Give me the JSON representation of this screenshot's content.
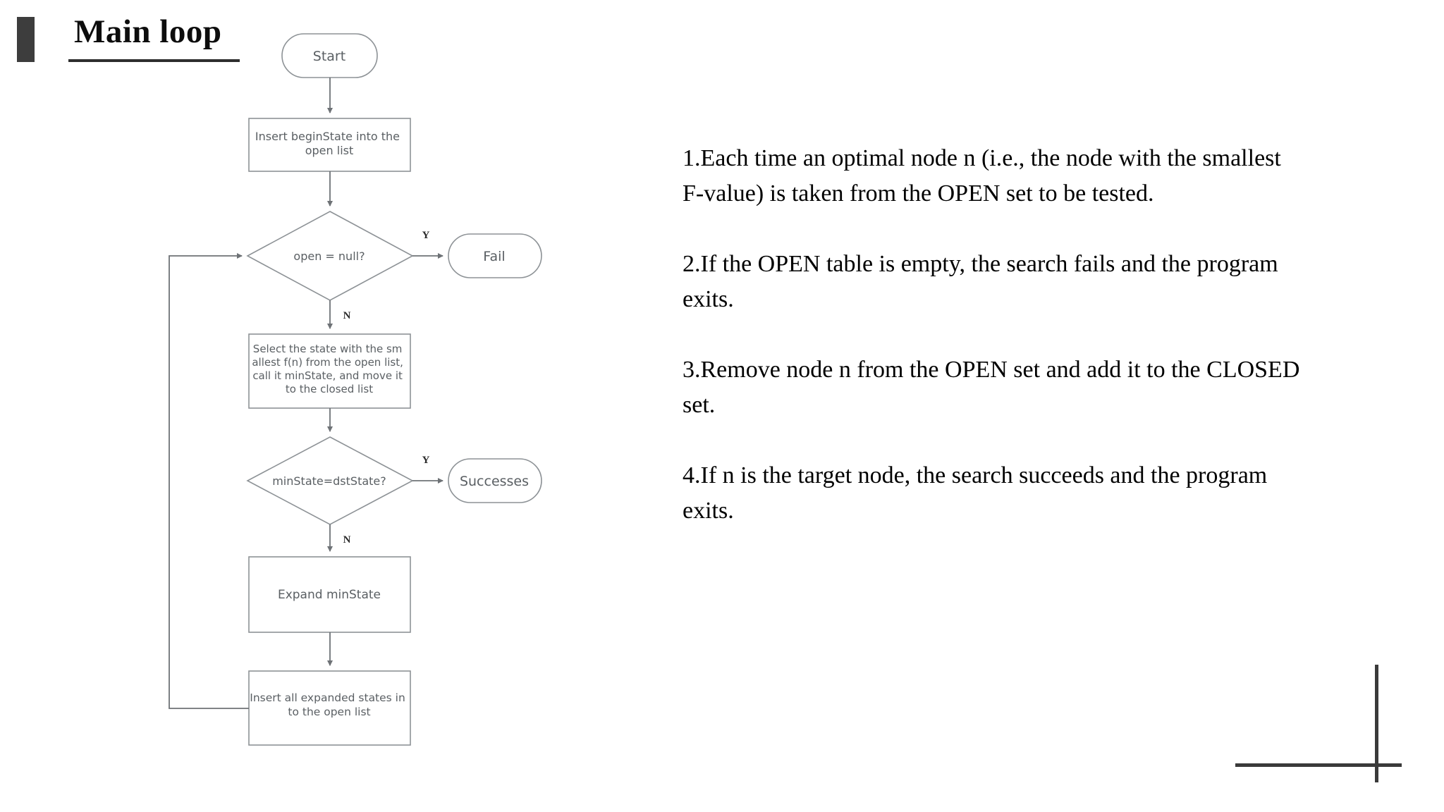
{
  "slide": {
    "title": "Main loop",
    "accent_color": "#3d3d3d",
    "title_color": "#0d0d0d",
    "background_color": "#ffffff"
  },
  "flowchart": {
    "stroke_color": "#8d9296",
    "text_color": "#5a5f63",
    "label_color": "#2b2b2b",
    "nodes": {
      "start": "Start",
      "insert_begin": "Insert beginState into the\nopen list",
      "insert_begin_lines": [
        "Insert beginState into the",
        "open list"
      ],
      "open_null": "open = null?",
      "fail": "Fail",
      "select_state_lines": [
        "Select the state with the sm",
        "allest f(n) from the open list,",
        "call it minState, and move it",
        "to the closed list"
      ],
      "min_eq_dst": "minState=dstState?",
      "successes": "Successes",
      "expand": "Expand minState",
      "insert_expanded_lines": [
        "Insert all expanded states in",
        "to the open list"
      ]
    },
    "edge_labels": {
      "open_null_yes": "Y",
      "open_null_no": "N",
      "min_eq_dst_yes": "Y",
      "min_eq_dst_no": "N"
    }
  },
  "notes": {
    "items": [
      "1.Each time an optimal node n (i.e., the node with the smallest F-value) is taken from the OPEN set to be tested.",
      "2.If the OPEN table is empty, the search fails and the program exits.",
      "3.Remove node n from the OPEN set and add it to the CLOSED set.",
      "4.If n is the target node, the search succeeds and the program exits."
    ]
  },
  "corner_mark": {
    "color": "#3a3a3a"
  }
}
